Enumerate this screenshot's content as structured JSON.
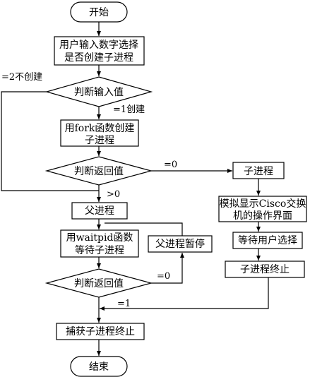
{
  "nodes": {
    "start": "开始",
    "input_line1": "用户输入数字选择",
    "input_line2": "是否创建子进程",
    "judge_input": "判断输入值",
    "fork_line1": "用fork函数创建",
    "fork_line2": "子进程",
    "judge_return1": "判断返回值",
    "child": "子进程",
    "simulate_line1": "模拟显示Cisco交换",
    "simulate_line2": "机的操作界面",
    "parent": "父进程",
    "waitpid_line1": "用waitpid函数",
    "waitpid_line2": "等待子进程",
    "parent_pause": "父进程暂停",
    "wait_user": "等待用户选择",
    "child_end": "子进程终止",
    "judge_return2": "判断返回值",
    "capture": "捕获子进程终止",
    "end": "结束"
  },
  "edges": {
    "eq2_no_create": "=2不创建",
    "eq1_create": "=1创建",
    "eq0_child": "=0",
    "gt0": ">0",
    "eq0_pause": "=0",
    "eq1_capture": "=1"
  }
}
